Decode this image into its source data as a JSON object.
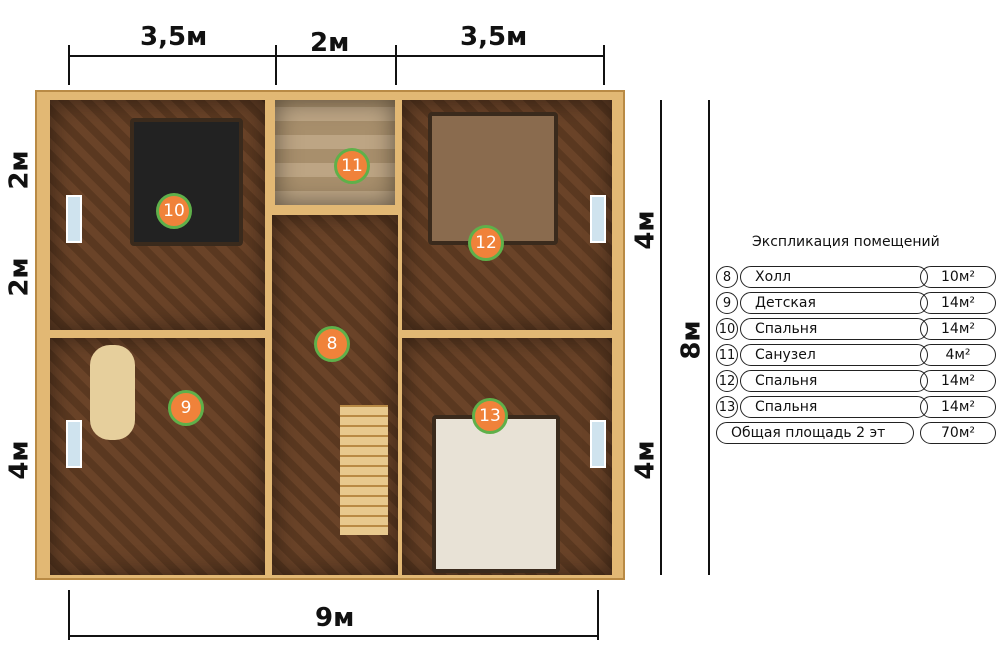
{
  "dimensions": {
    "top_left": "3,5м",
    "top_mid": "2м",
    "top_right": "3,5м",
    "bottom": "9м",
    "left_top1": "2м",
    "left_top2": "2м",
    "left_bottom": "4м",
    "right_top": "4м",
    "right_total": "8м",
    "right_bottom": "4м"
  },
  "rooms": [
    {
      "number": "8"
    },
    {
      "number": "9"
    },
    {
      "number": "10"
    },
    {
      "number": "11"
    },
    {
      "number": "12"
    },
    {
      "number": "13"
    }
  ],
  "legend": {
    "title": "Экспликация помещений",
    "items": [
      {
        "number": "8",
        "name": "Холл",
        "area": "10м²"
      },
      {
        "number": "9",
        "name": "Детская",
        "area": "14м²"
      },
      {
        "number": "10",
        "name": "Спальня",
        "area": "14м²"
      },
      {
        "number": "11",
        "name": "Санузел",
        "area": "4м²"
      },
      {
        "number": "12",
        "name": "Спальня",
        "area": "14м²"
      },
      {
        "number": "13",
        "name": "Спальня",
        "area": "14м²"
      }
    ],
    "total": {
      "name": "Общая площадь 2 эт",
      "area": "70м²"
    }
  },
  "colors": {
    "marker": "#f0823a",
    "marker_border": "#5fb04a",
    "wall": "#e2b874"
  }
}
